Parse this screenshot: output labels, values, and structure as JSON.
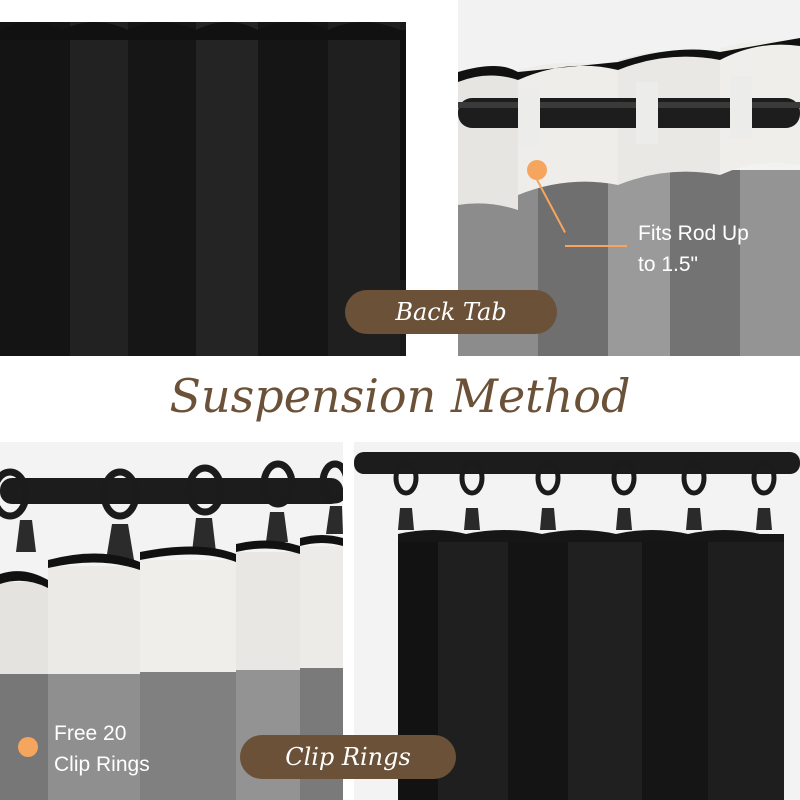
{
  "title": "Suspension Method",
  "panels": {
    "back_tab": {
      "label": "Back Tab"
    },
    "rod_fit": {
      "callout_line1": "Fits Rod Up",
      "callout_line2": "to 1.5\""
    },
    "clip_rings_detail": {
      "callout_line1": "Free 20",
      "callout_line2": "Clip Rings"
    },
    "clip_rings": {
      "label": "Clip Rings"
    }
  },
  "colors": {
    "label_pill": "#6b5138",
    "accent_dot": "#f5a55d",
    "curtain_black": "#141414",
    "curtain_lining": "#8a8a8a",
    "header_tape": "#ecebe7"
  }
}
